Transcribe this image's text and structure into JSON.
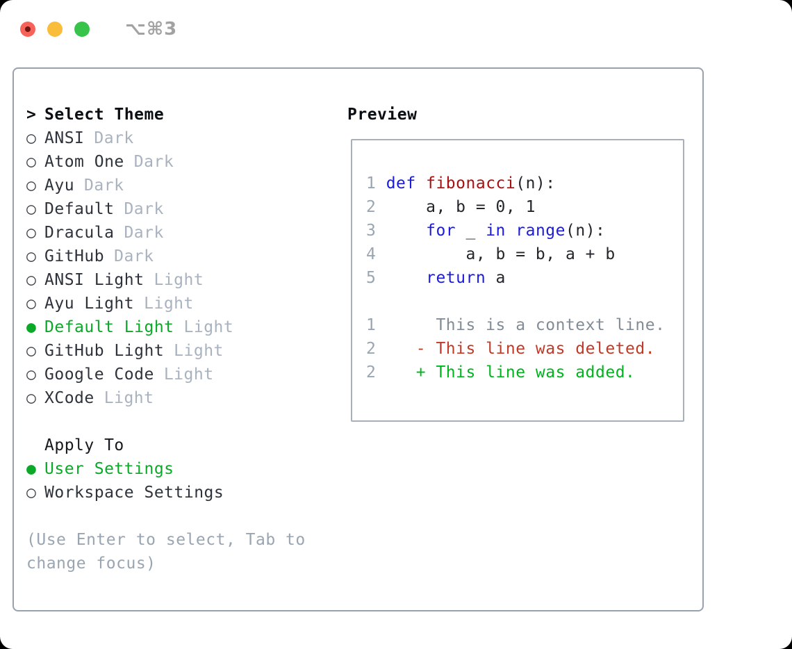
{
  "window": {
    "title": "⌥⌘3",
    "traffic_lights": {
      "close_color": "#f6635b",
      "minimize_color": "#f9bd3b",
      "zoom_color": "#38c44a"
    }
  },
  "colors": {
    "selected_green": "#0ca928",
    "added_green": "#00b41e",
    "deleted_red": "#c03a28",
    "keyword_blue": "#1b1bdd",
    "function_red": "#a81111",
    "context_gray": "#828c96",
    "muted_gray": "#9aa5b2",
    "tag_gray": "#a9b2bf",
    "panel_border": "#98a2ae"
  },
  "theme_panel": {
    "prompt": ">",
    "title": "Select Theme",
    "items": [
      {
        "marker": "○",
        "name": "ANSI",
        "tag": "Dark",
        "selected": false
      },
      {
        "marker": "○",
        "name": "Atom One",
        "tag": "Dark",
        "selected": false
      },
      {
        "marker": "○",
        "name": "Ayu",
        "tag": "Dark",
        "selected": false
      },
      {
        "marker": "○",
        "name": "Default",
        "tag": "Dark",
        "selected": false
      },
      {
        "marker": "○",
        "name": "Dracula",
        "tag": "Dark",
        "selected": false
      },
      {
        "marker": "○",
        "name": "GitHub",
        "tag": "Dark",
        "selected": false
      },
      {
        "marker": "○",
        "name": "ANSI Light",
        "tag": "Light",
        "selected": false
      },
      {
        "marker": "○",
        "name": "Ayu Light",
        "tag": "Light",
        "selected": false
      },
      {
        "marker": "●",
        "name": "Default Light",
        "tag": "Light",
        "selected": true
      },
      {
        "marker": "○",
        "name": "GitHub Light",
        "tag": "Light",
        "selected": false
      },
      {
        "marker": "○",
        "name": "Google Code",
        "tag": "Light",
        "selected": false
      },
      {
        "marker": "○",
        "name": "XCode",
        "tag": "Light",
        "selected": false
      }
    ],
    "apply_to": {
      "title": "Apply To",
      "options": [
        {
          "marker": "●",
          "label": "User Settings",
          "selected": true
        },
        {
          "marker": "○",
          "label": "Workspace Settings",
          "selected": false
        }
      ]
    },
    "hint": "(Use Enter to select, Tab to change focus)"
  },
  "preview": {
    "title": "Preview",
    "lines": [
      {
        "segments": [
          {
            "t": "1 ",
            "c": "num"
          },
          {
            "t": "def",
            "c": "kw"
          },
          {
            "t": " ",
            "c": "plain"
          },
          {
            "t": "fibonacci",
            "c": "fn"
          },
          {
            "t": "(n):",
            "c": "plain"
          }
        ]
      },
      {
        "segments": [
          {
            "t": "2 ",
            "c": "num"
          },
          {
            "t": "    a, b = 0, 1",
            "c": "plain"
          }
        ]
      },
      {
        "segments": [
          {
            "t": "3 ",
            "c": "num"
          },
          {
            "t": "    ",
            "c": "plain"
          },
          {
            "t": "for",
            "c": "kw"
          },
          {
            "t": " _ ",
            "c": "plain"
          },
          {
            "t": "in",
            "c": "kw"
          },
          {
            "t": " ",
            "c": "plain"
          },
          {
            "t": "range",
            "c": "kw"
          },
          {
            "t": "(n):",
            "c": "plain"
          }
        ]
      },
      {
        "segments": [
          {
            "t": "4 ",
            "c": "num"
          },
          {
            "t": "        a, b = b, a + b",
            "c": "plain"
          }
        ]
      },
      {
        "segments": [
          {
            "t": "5 ",
            "c": "num"
          },
          {
            "t": "    ",
            "c": "plain"
          },
          {
            "t": "return",
            "c": "kw"
          },
          {
            "t": " a",
            "c": "plain"
          }
        ]
      },
      {
        "segments": []
      },
      {
        "segments": [
          {
            "t": "1",
            "c": "num"
          },
          {
            "t": "      This is a context line.",
            "c": "ctx"
          }
        ]
      },
      {
        "segments": [
          {
            "t": "2",
            "c": "num"
          },
          {
            "t": "    - This line was deleted.",
            "c": "del"
          }
        ]
      },
      {
        "segments": [
          {
            "t": "2",
            "c": "num"
          },
          {
            "t": "    + This line was added.",
            "c": "add"
          }
        ]
      }
    ]
  }
}
